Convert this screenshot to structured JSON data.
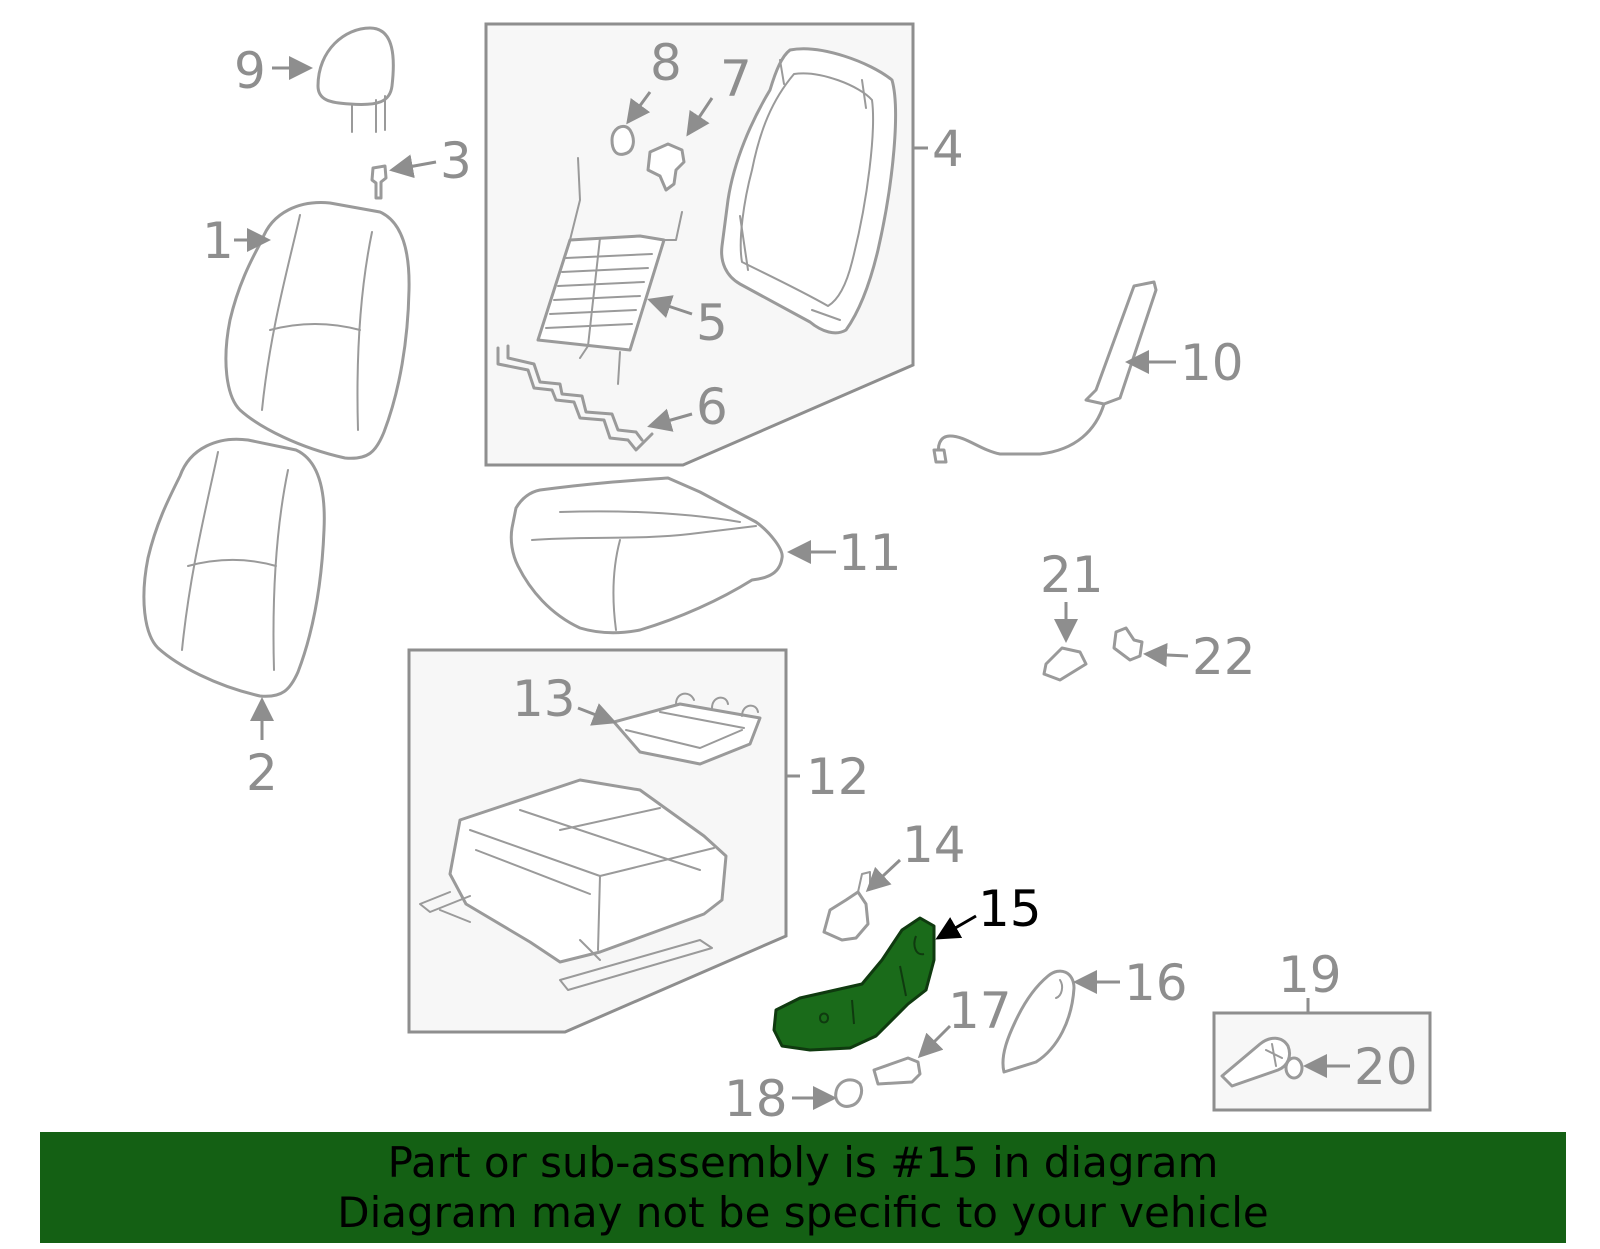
{
  "diagram": {
    "callouts": [
      {
        "id": "1",
        "label": "1"
      },
      {
        "id": "2",
        "label": "2"
      },
      {
        "id": "3",
        "label": "3"
      },
      {
        "id": "4",
        "label": "4"
      },
      {
        "id": "5",
        "label": "5"
      },
      {
        "id": "6",
        "label": "6"
      },
      {
        "id": "7",
        "label": "7"
      },
      {
        "id": "8",
        "label": "8"
      },
      {
        "id": "9",
        "label": "9"
      },
      {
        "id": "10",
        "label": "10"
      },
      {
        "id": "11",
        "label": "11"
      },
      {
        "id": "12",
        "label": "12"
      },
      {
        "id": "13",
        "label": "13"
      },
      {
        "id": "14",
        "label": "14"
      },
      {
        "id": "15",
        "label": "15"
      },
      {
        "id": "16",
        "label": "16"
      },
      {
        "id": "17",
        "label": "17"
      },
      {
        "id": "18",
        "label": "18"
      },
      {
        "id": "19",
        "label": "19"
      },
      {
        "id": "20",
        "label": "20"
      },
      {
        "id": "21",
        "label": "21"
      },
      {
        "id": "22",
        "label": "22"
      }
    ],
    "highlighted_part": "15",
    "colors": {
      "outline": "#9a9a9a",
      "highlight_fill": "#1a6b1a",
      "banner_bg": "#146014",
      "banner_text": "#000000"
    }
  },
  "banner": {
    "line1": "Part or sub-assembly is #15 in diagram",
    "line2": "Diagram may not be specific to your vehicle"
  }
}
